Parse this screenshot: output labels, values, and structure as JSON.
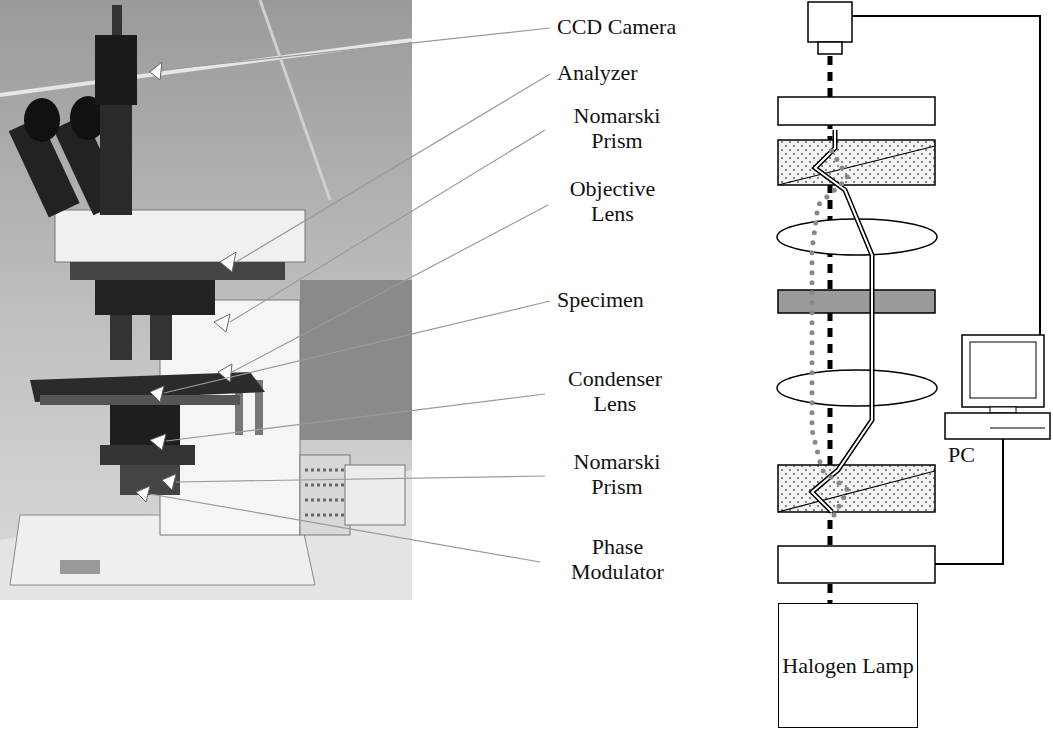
{
  "diagram": {
    "nodes": [
      {
        "text": [
          "Halogen Lamp"
        ]
      }
    ],
    "labels": [
      "CCD Camera",
      "Analyzer",
      "Nomarski Prism",
      "Objective Lens",
      "Specimen",
      "Condenser Lens",
      "Nomarski Prism",
      "Phase Modulator",
      "PC"
    ]
  }
}
